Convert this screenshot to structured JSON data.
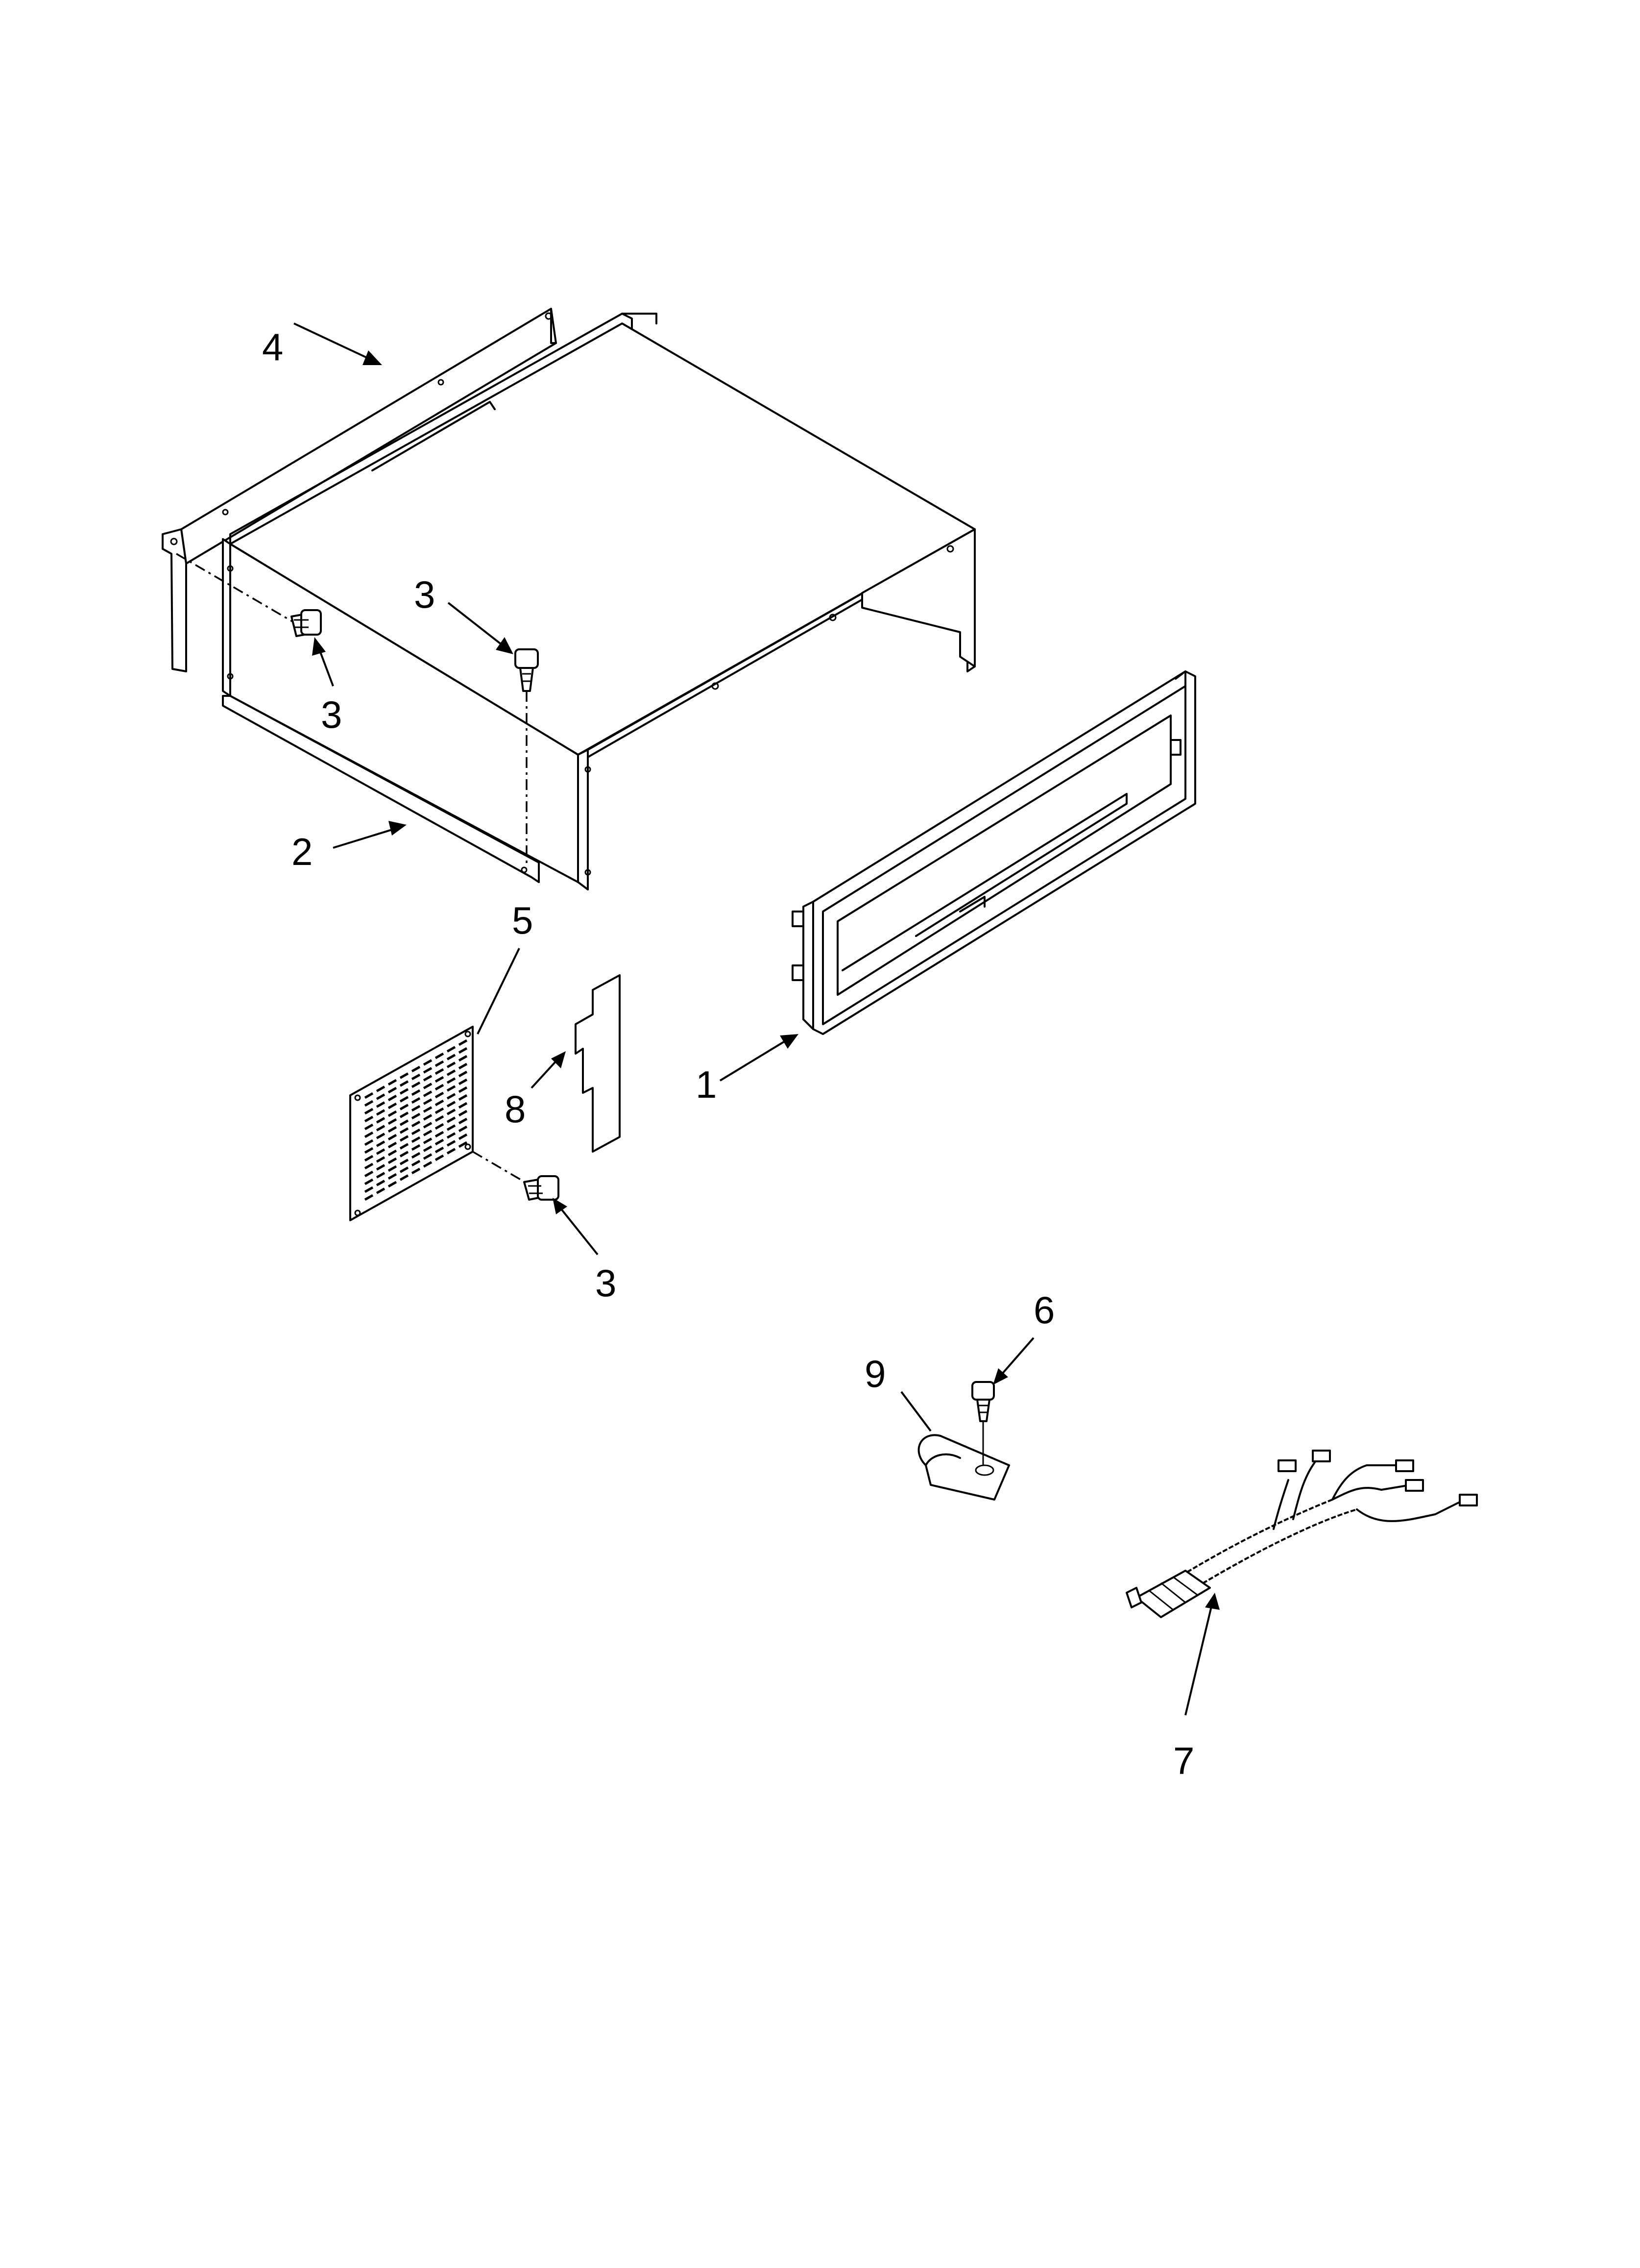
{
  "callouts": [
    {
      "id": "c1",
      "text": "1"
    },
    {
      "id": "c2",
      "text": "2"
    },
    {
      "id": "c3a",
      "text": "3"
    },
    {
      "id": "c3b",
      "text": "3"
    },
    {
      "id": "c3c",
      "text": "3"
    },
    {
      "id": "c4",
      "text": "4"
    },
    {
      "id": "c5",
      "text": "5"
    },
    {
      "id": "c6",
      "text": "6"
    },
    {
      "id": "c7",
      "text": "7"
    },
    {
      "id": "c8",
      "text": "8"
    },
    {
      "id": "c9",
      "text": "9"
    }
  ]
}
